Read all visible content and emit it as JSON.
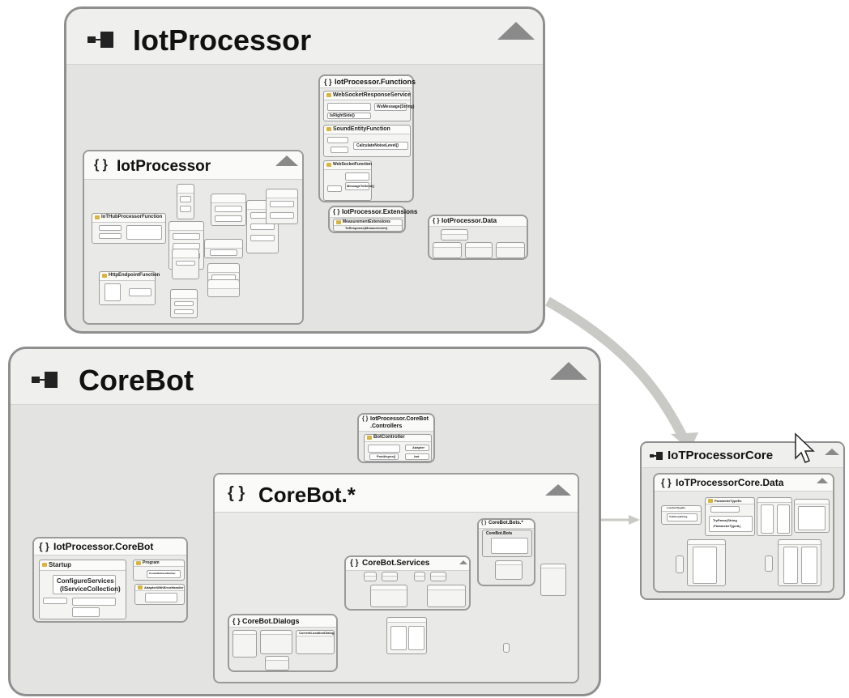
{
  "assemblies": {
    "iot": {
      "title": "IotProcessor",
      "icon": "assembly-icon"
    },
    "corebot": {
      "title": "CoreBot",
      "icon": "assembly-icon"
    },
    "core": {
      "title": "IoTProcessorCore",
      "icon": "assembly-icon"
    }
  },
  "namespaces": {
    "iot_main": {
      "title": "IotProcessor",
      "brace": "{ }"
    },
    "functions": {
      "title": "IotProcessor.Functions",
      "brace": "{ }"
    },
    "extensions": {
      "title": "IotProcessor.Extensions",
      "brace": "{ }"
    },
    "data": {
      "title": "IotProcessor.Data",
      "brace": "{ }"
    },
    "controllers": {
      "title": "IotProcessor.CoreBot",
      "title2": ".Controllers",
      "brace": "{ }"
    },
    "corebot_star": {
      "title": "CoreBot.*",
      "brace": "{ }"
    },
    "iot_corebot": {
      "title": "IotProcessor.CoreBot",
      "brace": "{ }"
    },
    "services": {
      "title": "CoreBot.Services",
      "brace": "{ }"
    },
    "dialogs": {
      "title": "CoreBot.Dialogs",
      "brace": "{ }"
    },
    "bots": {
      "title": "CoreBot.Bots.*",
      "brace": "{ }"
    },
    "core_data": {
      "title": "IoTProcessorCore.Data",
      "brace": "{ }"
    }
  },
  "classes": {
    "ws_response": {
      "title": "WebSocketResponseService",
      "members": [
        "WsMessage(String)",
        "IsRightSide()"
      ]
    },
    "sound_entity": {
      "title": "SoundEntityFunction",
      "members": [
        "CalculateNoiseLevel()"
      ]
    },
    "ws_function": {
      "title": "WebSocketFunction",
      "members": [
        "MessageToSend()"
      ]
    },
    "measurement_ext": {
      "title": "MeasurementExtensions",
      "members": [
        "ToResponse(Measurement)"
      ]
    },
    "bot_controller": {
      "title": "BotController",
      "members": [
        "PostAsync()",
        "Adapter",
        "_bot"
      ]
    },
    "startup": {
      "title": "Startup",
      "members": [
        "ConfigureServices",
        "(IServiceCollection)"
      ]
    },
    "program": {
      "title": "Program",
      "members": [
        "CreateWebHostBuilder"
      ]
    },
    "adapter_error": {
      "title": "AdapterWithErrorHandler",
      "members": []
    },
    "corebot_bots": {
      "title": "CoreBot.Bots",
      "members": []
    },
    "dialog_main": {
      "title": "CurrentLocationDialog",
      "members": []
    },
    "param_type": {
      "title": "ParameterTypeEx",
      "members": [
        "TryParse(String",
        ",ParameterType&)"
      ]
    },
    "location_type": {
      "title": "LocationTypeEx",
      "members": [
        "TryParse(String"
      ]
    },
    "http_endpoint": {
      "title": "HttpEndpointFunction",
      "members": []
    },
    "iot_hub": {
      "title": "IoTHubProcessorFunction",
      "members": []
    }
  }
}
